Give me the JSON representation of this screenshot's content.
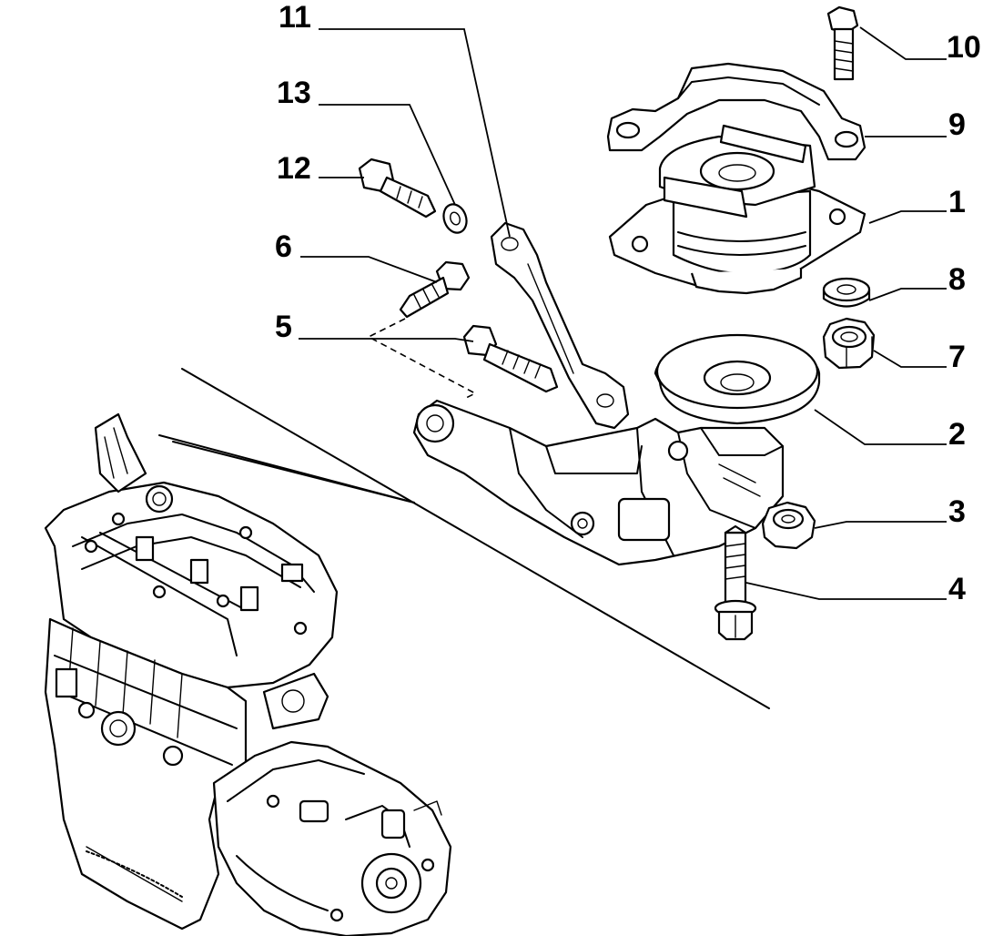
{
  "callouts": [
    {
      "id": "11",
      "label": "11"
    },
    {
      "id": "13",
      "label": "13"
    },
    {
      "id": "12",
      "label": "12"
    },
    {
      "id": "6",
      "label": "6"
    },
    {
      "id": "5",
      "label": "5"
    },
    {
      "id": "10",
      "label": "10"
    },
    {
      "id": "9",
      "label": "9"
    },
    {
      "id": "1",
      "label": "1"
    },
    {
      "id": "8",
      "label": "8"
    },
    {
      "id": "7",
      "label": "7"
    },
    {
      "id": "2",
      "label": "2"
    },
    {
      "id": "3",
      "label": "3"
    },
    {
      "id": "4",
      "label": "4"
    }
  ]
}
